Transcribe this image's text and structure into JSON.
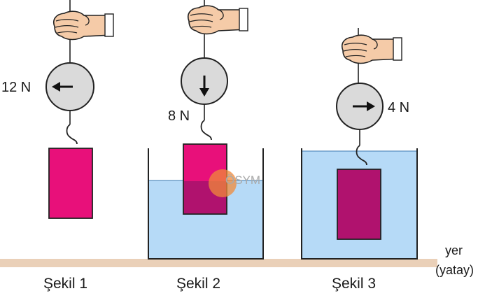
{
  "figures": [
    {
      "caption": "Şekil 1",
      "force_label": "12 N",
      "arrow": "left"
    },
    {
      "caption": "Şekil 2",
      "force_label": "8 N",
      "arrow": "down"
    },
    {
      "caption": "Şekil 3",
      "force_label": "4 N",
      "arrow": "right"
    }
  ],
  "ground": {
    "line1": "yer",
    "line2": "(yatay)"
  },
  "watermark": "ÖSYM",
  "colors": {
    "block": "#e8107a",
    "block_submerged": "#b0126e",
    "water": "#b6daf7",
    "ground": "#ead0b8",
    "dial": "#dadada",
    "hand": "#f5cba8"
  }
}
